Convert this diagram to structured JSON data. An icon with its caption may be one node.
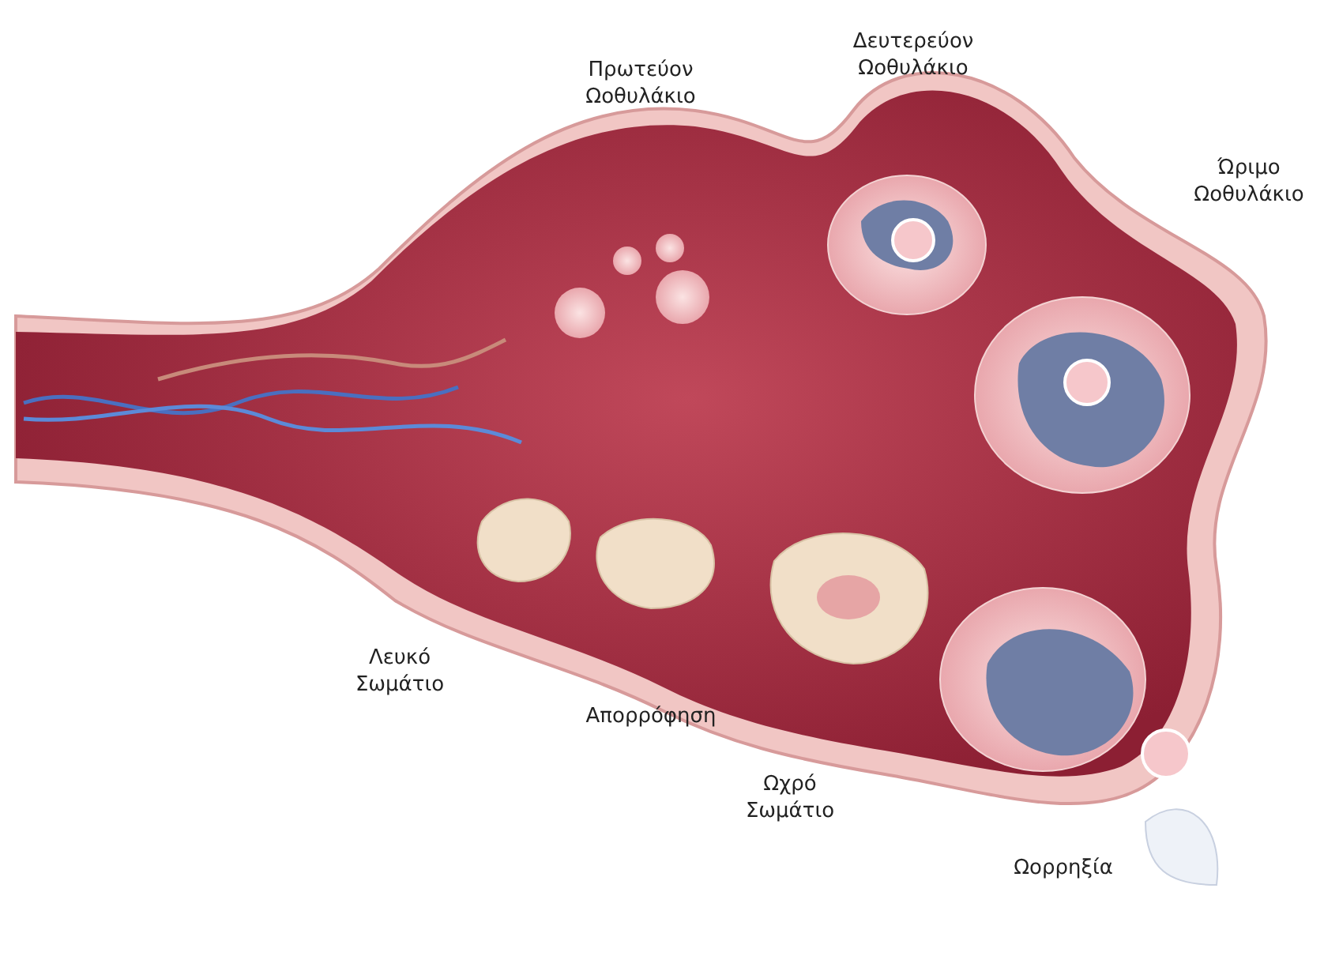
{
  "diagram": {
    "labels": [
      "Δευτερεύον Ωοθυλάκιο",
      "Πρωτεύον Ωοθυλάκιο",
      "Ώριμο Ωοθυλάκιο",
      "Λευκό Σωμάτιο",
      "Απορρόφηση",
      "Ωχρό Σωμάτιο",
      "Ωορρηξία"
    ]
  }
}
